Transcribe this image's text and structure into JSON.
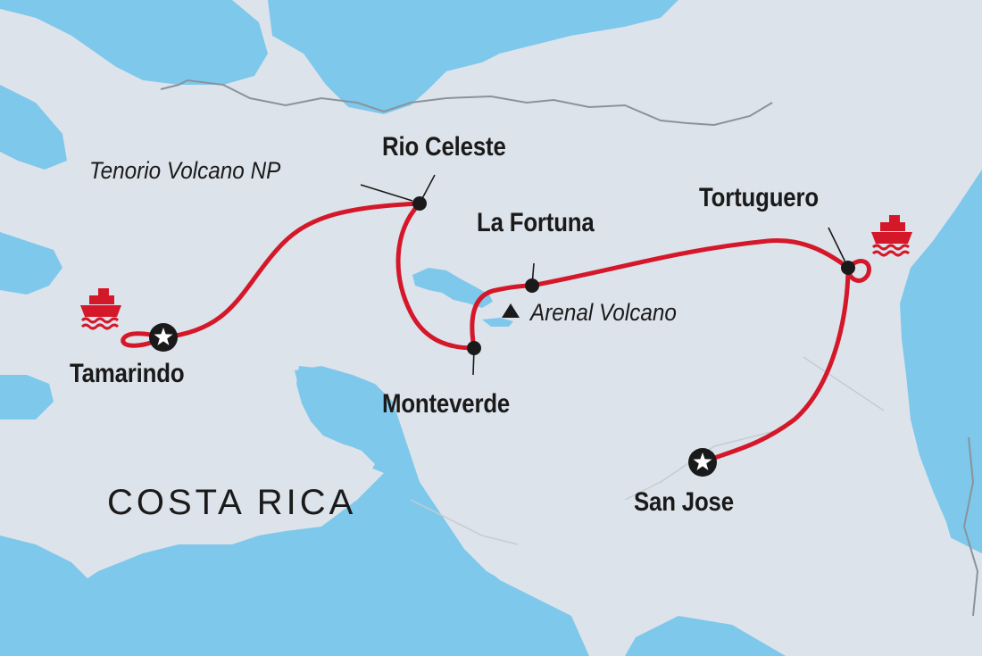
{
  "country": "COSTA RICA",
  "colors": {
    "sea": "#7ec8ec",
    "land": "#dde3ea",
    "border": "#8a939c",
    "route": "#d4182a",
    "stop": "#1a1a1a",
    "text": "#1a1a1a"
  },
  "stops": [
    {
      "id": "tamarindo",
      "name": "Tamarindo",
      "marker": "star"
    },
    {
      "id": "rio-celeste",
      "name": "Rio Celeste",
      "marker": "dot"
    },
    {
      "id": "monteverde",
      "name": "Monteverde",
      "marker": "dot"
    },
    {
      "id": "la-fortuna",
      "name": "La Fortuna",
      "marker": "dot"
    },
    {
      "id": "tortuguero",
      "name": "Tortuguero",
      "marker": "dot"
    },
    {
      "id": "san-jose",
      "name": "San Jose",
      "marker": "star"
    }
  ],
  "points_of_interest": [
    {
      "id": "tenorio",
      "name": "Tenorio Volcano NP",
      "icon": "leader-line"
    },
    {
      "id": "arenal",
      "name": "Arenal Volcano",
      "icon": "volcano-triangle-icon"
    }
  ],
  "boat_icons": [
    {
      "id": "boat-tamarindo",
      "icon": "boat-icon"
    },
    {
      "id": "boat-tortuguero",
      "icon": "boat-icon"
    }
  ]
}
